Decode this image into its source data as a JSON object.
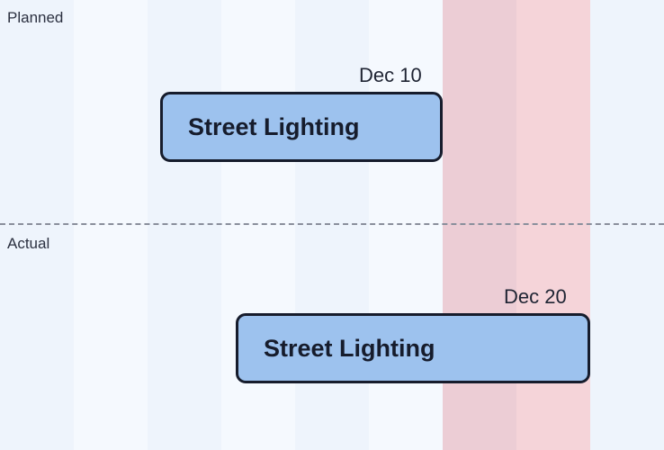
{
  "planned": {
    "label": "Planned",
    "task": {
      "name": "Street Lighting",
      "end_label": "Dec 10"
    }
  },
  "actual": {
    "label": "Actual",
    "task": {
      "name": "Street Lighting",
      "end_label": "Dec 20"
    }
  },
  "colors": {
    "bar_fill": "#9dc2ee",
    "bar_border": "#161c2c",
    "highlight_column": "#eccdd5",
    "highlight_column_alt": "#f5d4d9",
    "column_light": "#f5f9fe",
    "column_mid": "#eef4fc",
    "divider": "#8a8f9c"
  }
}
